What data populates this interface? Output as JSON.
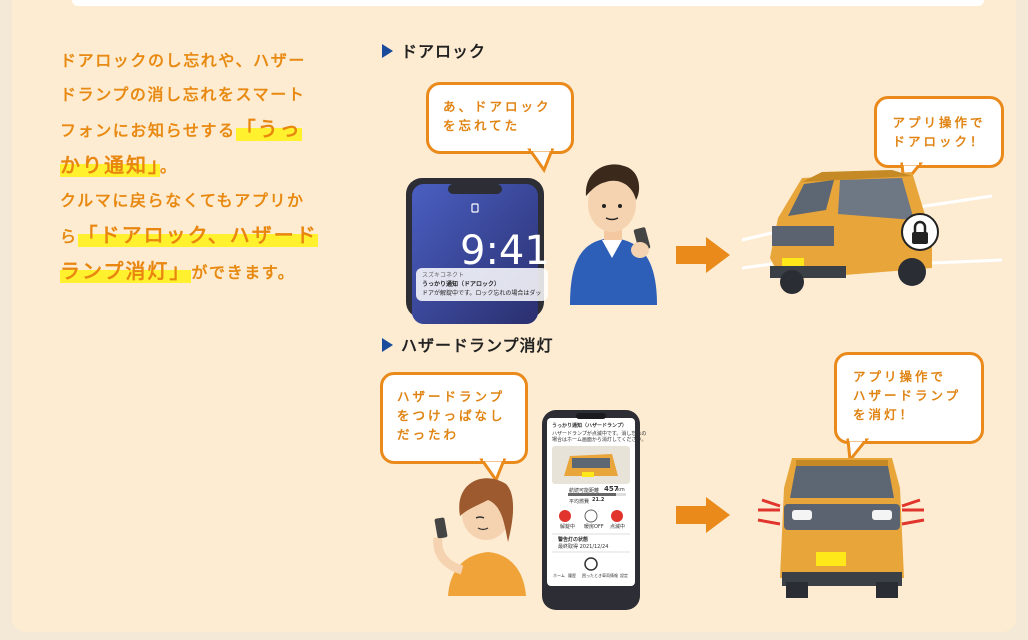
{
  "description": {
    "line1": "ドアロックのし忘れや、ハザー",
    "line2": "ドランプの消し忘れをスマート",
    "line3_pre": "フォンにお知らせする",
    "line3_hl": "「うっ",
    "line4_hl": "かり通知」",
    "line4_post": "。",
    "line5": "クルマに戻らなくてもアプリか",
    "line6_pre": "ら",
    "line6_hl": "「ドアロック、ハザード",
    "line7_hl": "ランプ消灯」",
    "line7_post": "ができます。"
  },
  "section_door": {
    "title": "ドアロック",
    "user_bubble": [
      "あ、ドアロック",
      "を忘れてた"
    ],
    "car_bubble": [
      "アプリ操作で",
      "ドアロック！"
    ],
    "phone": {
      "time": "9:41",
      "app_name": "スズキコネクト",
      "notif_title": "うっかり通知（ドアロック）",
      "notif_body": "ドアが解錠中です。ロック忘れの場合はダッシュボードか"
    }
  },
  "section_hazard": {
    "title": "ハザードランプ消灯",
    "user_bubble": [
      "ハザードランプ",
      "をつけっぱなし",
      "だったわ"
    ],
    "car_bubble": [
      "アプリ操作で",
      "ハザードランプ",
      "を消灯！"
    ],
    "phone": {
      "header": "うっかり通知（ハザードランプ）",
      "msg": [
        "ハザードランプが点滅中です。消し忘れの",
        "場合はホーム画面から消灯してください。"
      ],
      "range_label": "航続可能距離",
      "range_value": "457",
      "range_unit": "km",
      "fuel_label": "平均燃費",
      "fuel_value": "21.2",
      "buttons": [
        "解錠中",
        "暖房OFF",
        "点滅中"
      ],
      "alert_label": "警告灯の状態",
      "alert_time": "最終取得 2021/12/24",
      "nav": [
        "ホーム",
        "履歴",
        "困ったとき",
        "車両情報",
        "設定"
      ]
    }
  },
  "colors": {
    "orange": "#e98a1b",
    "highlight": "#fff12e",
    "background": "#fdecd2",
    "car_body": "#e8a53a",
    "triangle_blue": "#1a4a9c"
  }
}
